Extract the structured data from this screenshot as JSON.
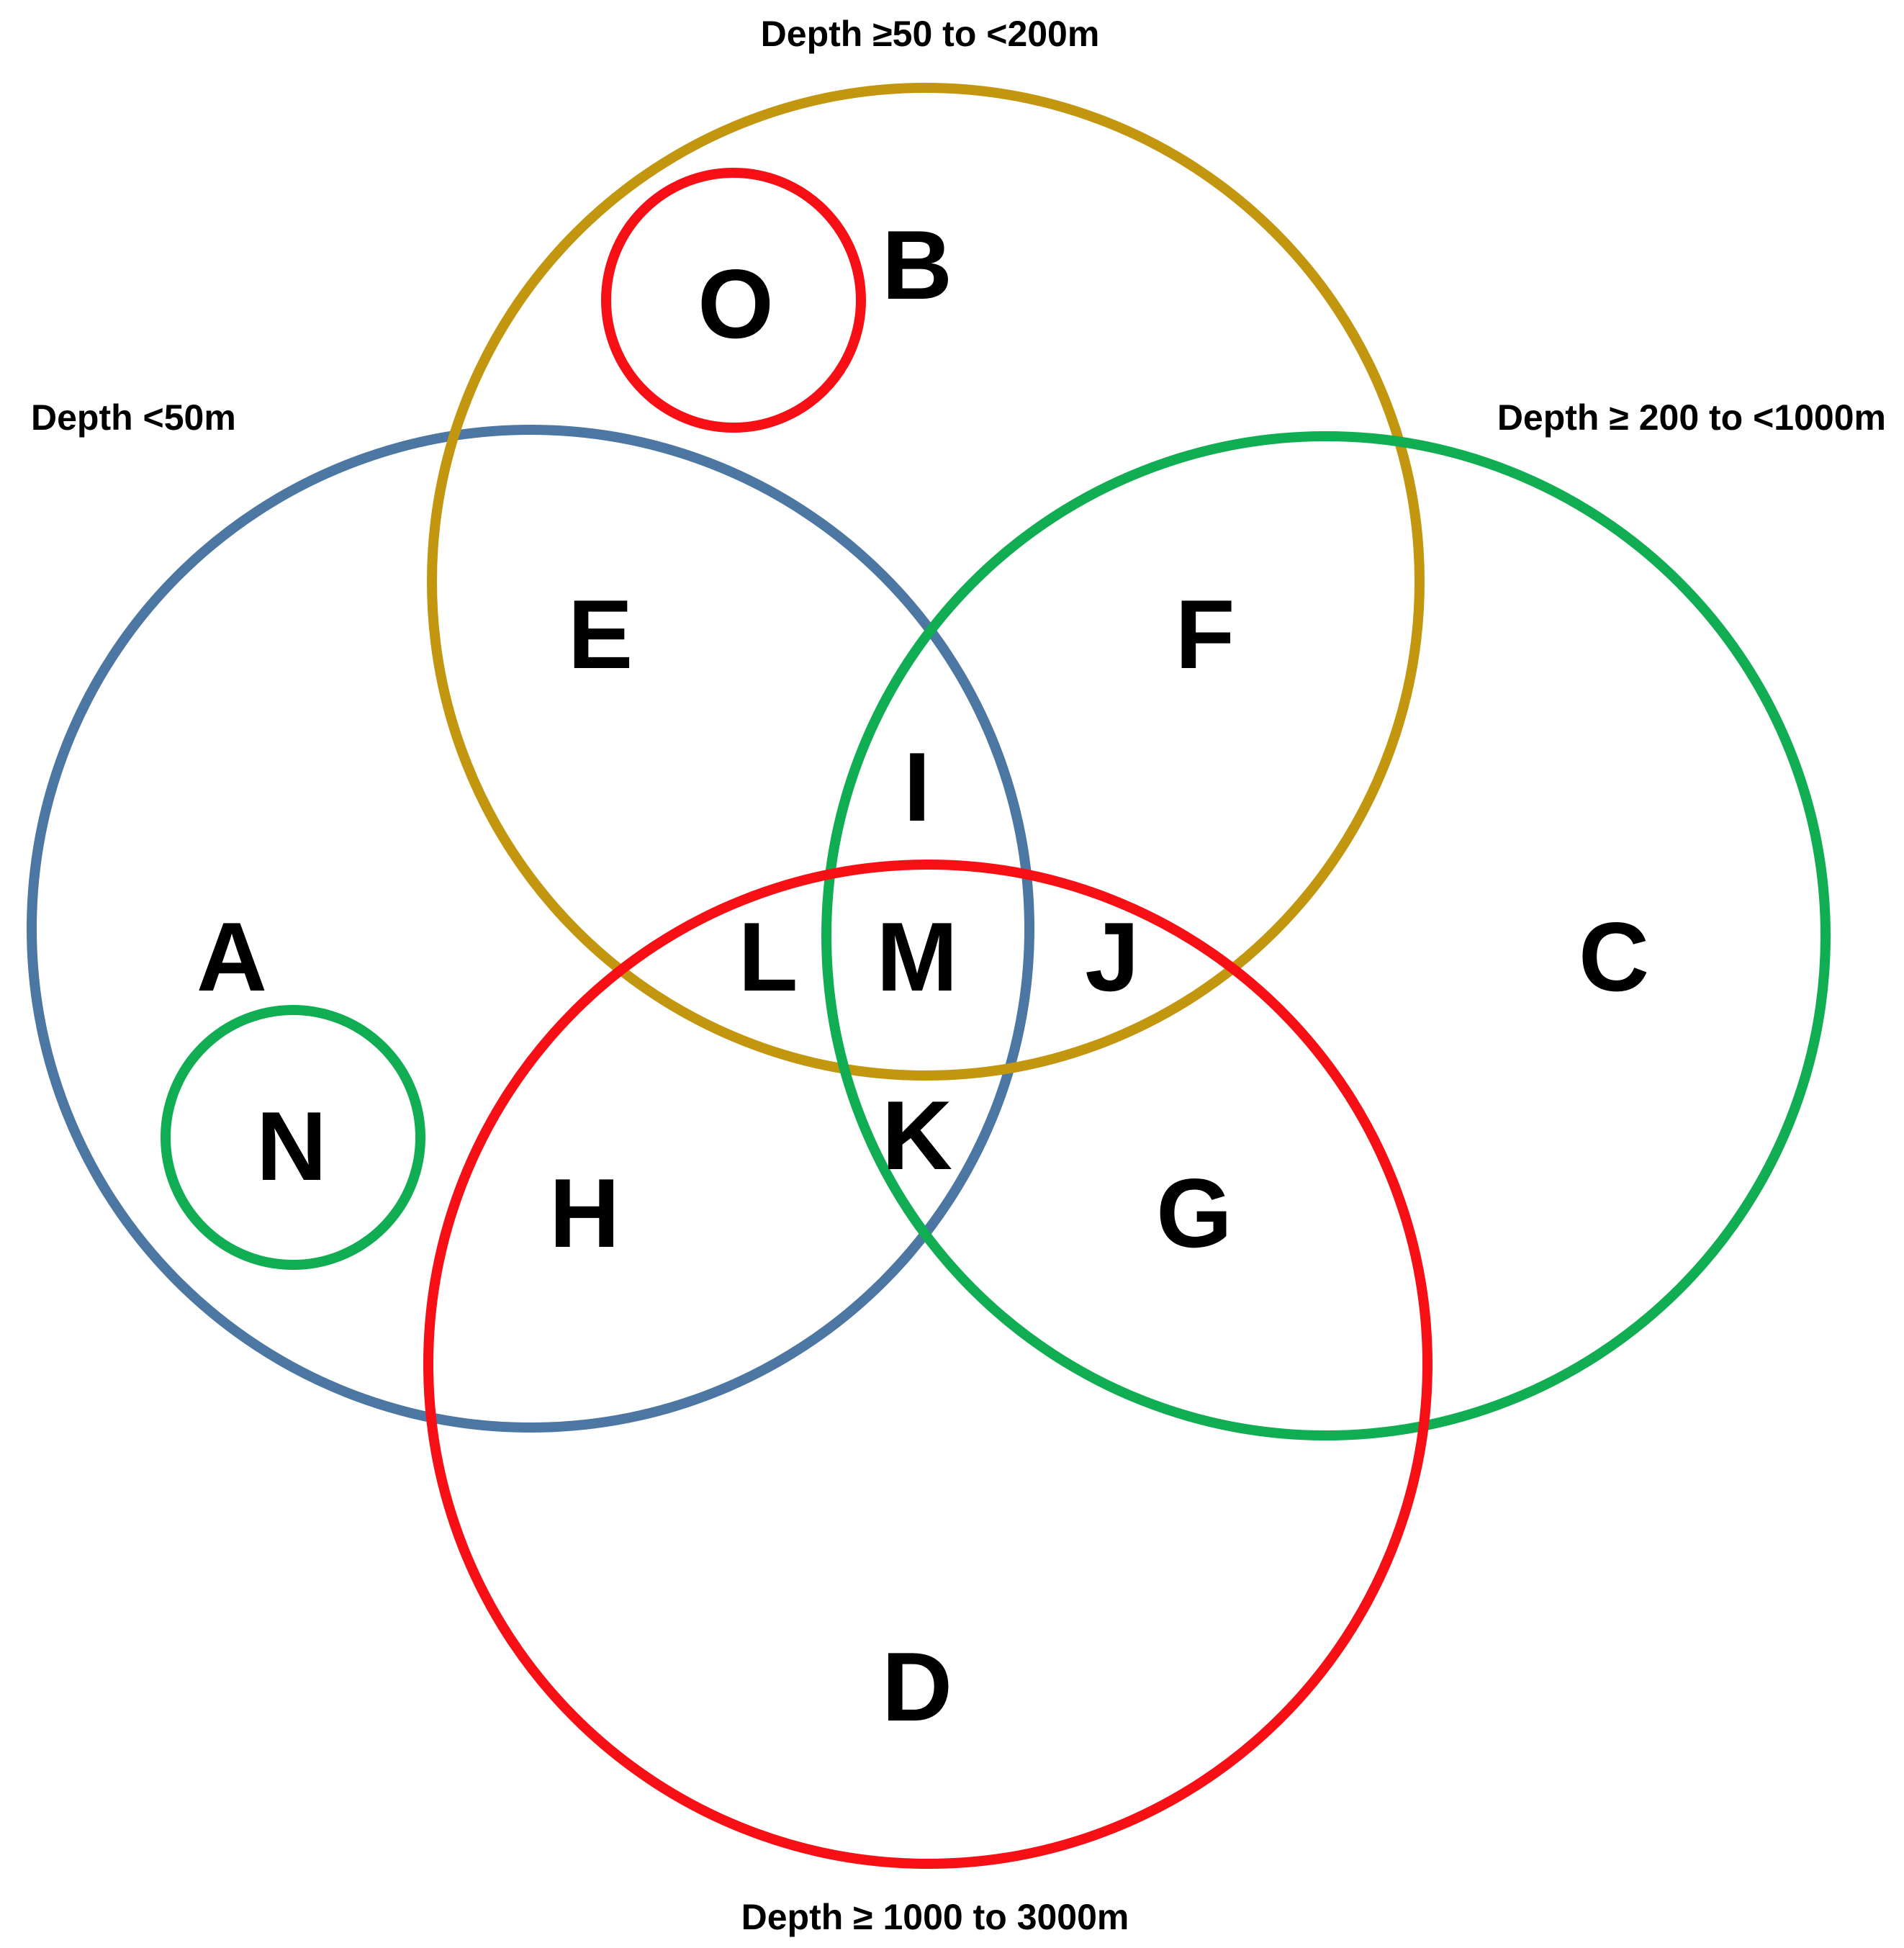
{
  "colors": {
    "shallow": "#4C77A2",
    "shelf": "#C2960F",
    "slope": "#10AD52",
    "deep": "#F61015",
    "text": "#000000",
    "background": "#FFFFFF"
  },
  "sets": [
    {
      "id": "shallow",
      "label": "Depth <50m",
      "color": "#4C77A2"
    },
    {
      "id": "shelf",
      "label": "Depth ≥50 to <200m",
      "color": "#C2960F"
    },
    {
      "id": "slope",
      "label": "Depth ≥ 200 to <1000m",
      "color": "#10AD52"
    },
    {
      "id": "deep",
      "label": "Depth ≥ 1000 to 3000m",
      "color": "#F61015"
    }
  ],
  "regions": [
    {
      "letter": "A",
      "sets": [
        "shallow"
      ]
    },
    {
      "letter": "B",
      "sets": [
        "shelf"
      ]
    },
    {
      "letter": "C",
      "sets": [
        "slope"
      ]
    },
    {
      "letter": "D",
      "sets": [
        "deep"
      ]
    },
    {
      "letter": "E",
      "sets": [
        "shallow",
        "shelf"
      ]
    },
    {
      "letter": "F",
      "sets": [
        "shelf",
        "slope"
      ]
    },
    {
      "letter": "G",
      "sets": [
        "slope",
        "deep"
      ]
    },
    {
      "letter": "H",
      "sets": [
        "shallow",
        "deep"
      ]
    },
    {
      "letter": "I",
      "sets": [
        "shallow",
        "shelf",
        "slope"
      ]
    },
    {
      "letter": "J",
      "sets": [
        "shelf",
        "slope",
        "deep"
      ]
    },
    {
      "letter": "K",
      "sets": [
        "shallow",
        "slope",
        "deep"
      ]
    },
    {
      "letter": "L",
      "sets": [
        "shallow",
        "shelf",
        "deep"
      ]
    },
    {
      "letter": "M",
      "sets": [
        "shallow",
        "shelf",
        "slope",
        "deep"
      ]
    },
    {
      "letter": "N",
      "sets": [
        "shallow",
        "slope"
      ]
    },
    {
      "letter": "O",
      "sets": [
        "shelf",
        "deep"
      ]
    }
  ]
}
